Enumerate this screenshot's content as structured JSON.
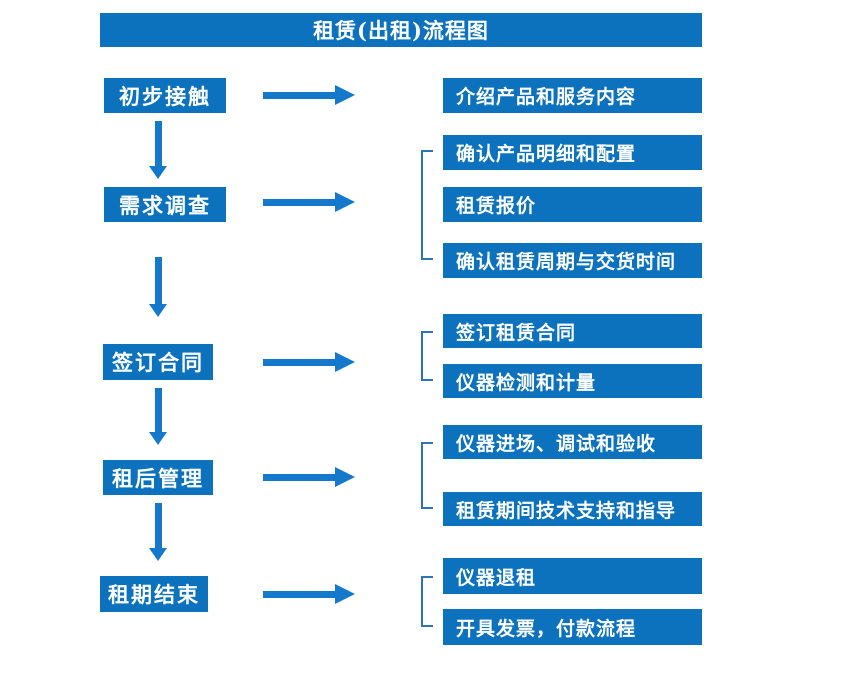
{
  "title": "租赁(出租)流程图",
  "colors": {
    "box_blue": "#0d72bd",
    "arrow_blue": "#1478cb",
    "bracket_blue": "#2e75b6",
    "text_white": "#ffffff",
    "bg": "#ffffff"
  },
  "flow": {
    "groups": [
      {
        "step": "初步接触",
        "items": [
          "介绍产品和服务内容"
        ]
      },
      {
        "step": "需求调查",
        "items": [
          "确认产品明细和配置",
          "租赁报价",
          "确认租赁周期与交货时间"
        ]
      },
      {
        "step": "签订合同",
        "items": [
          "签订租赁合同",
          "仪器检测和计量"
        ]
      },
      {
        "step": "租后管理",
        "items": [
          "仪器进场、调试和验收",
          "租赁期间技术支持和指导"
        ]
      },
      {
        "step": "租期结束",
        "items": [
          "仪器退租",
          "开具发票，付款流程"
        ]
      }
    ]
  }
}
